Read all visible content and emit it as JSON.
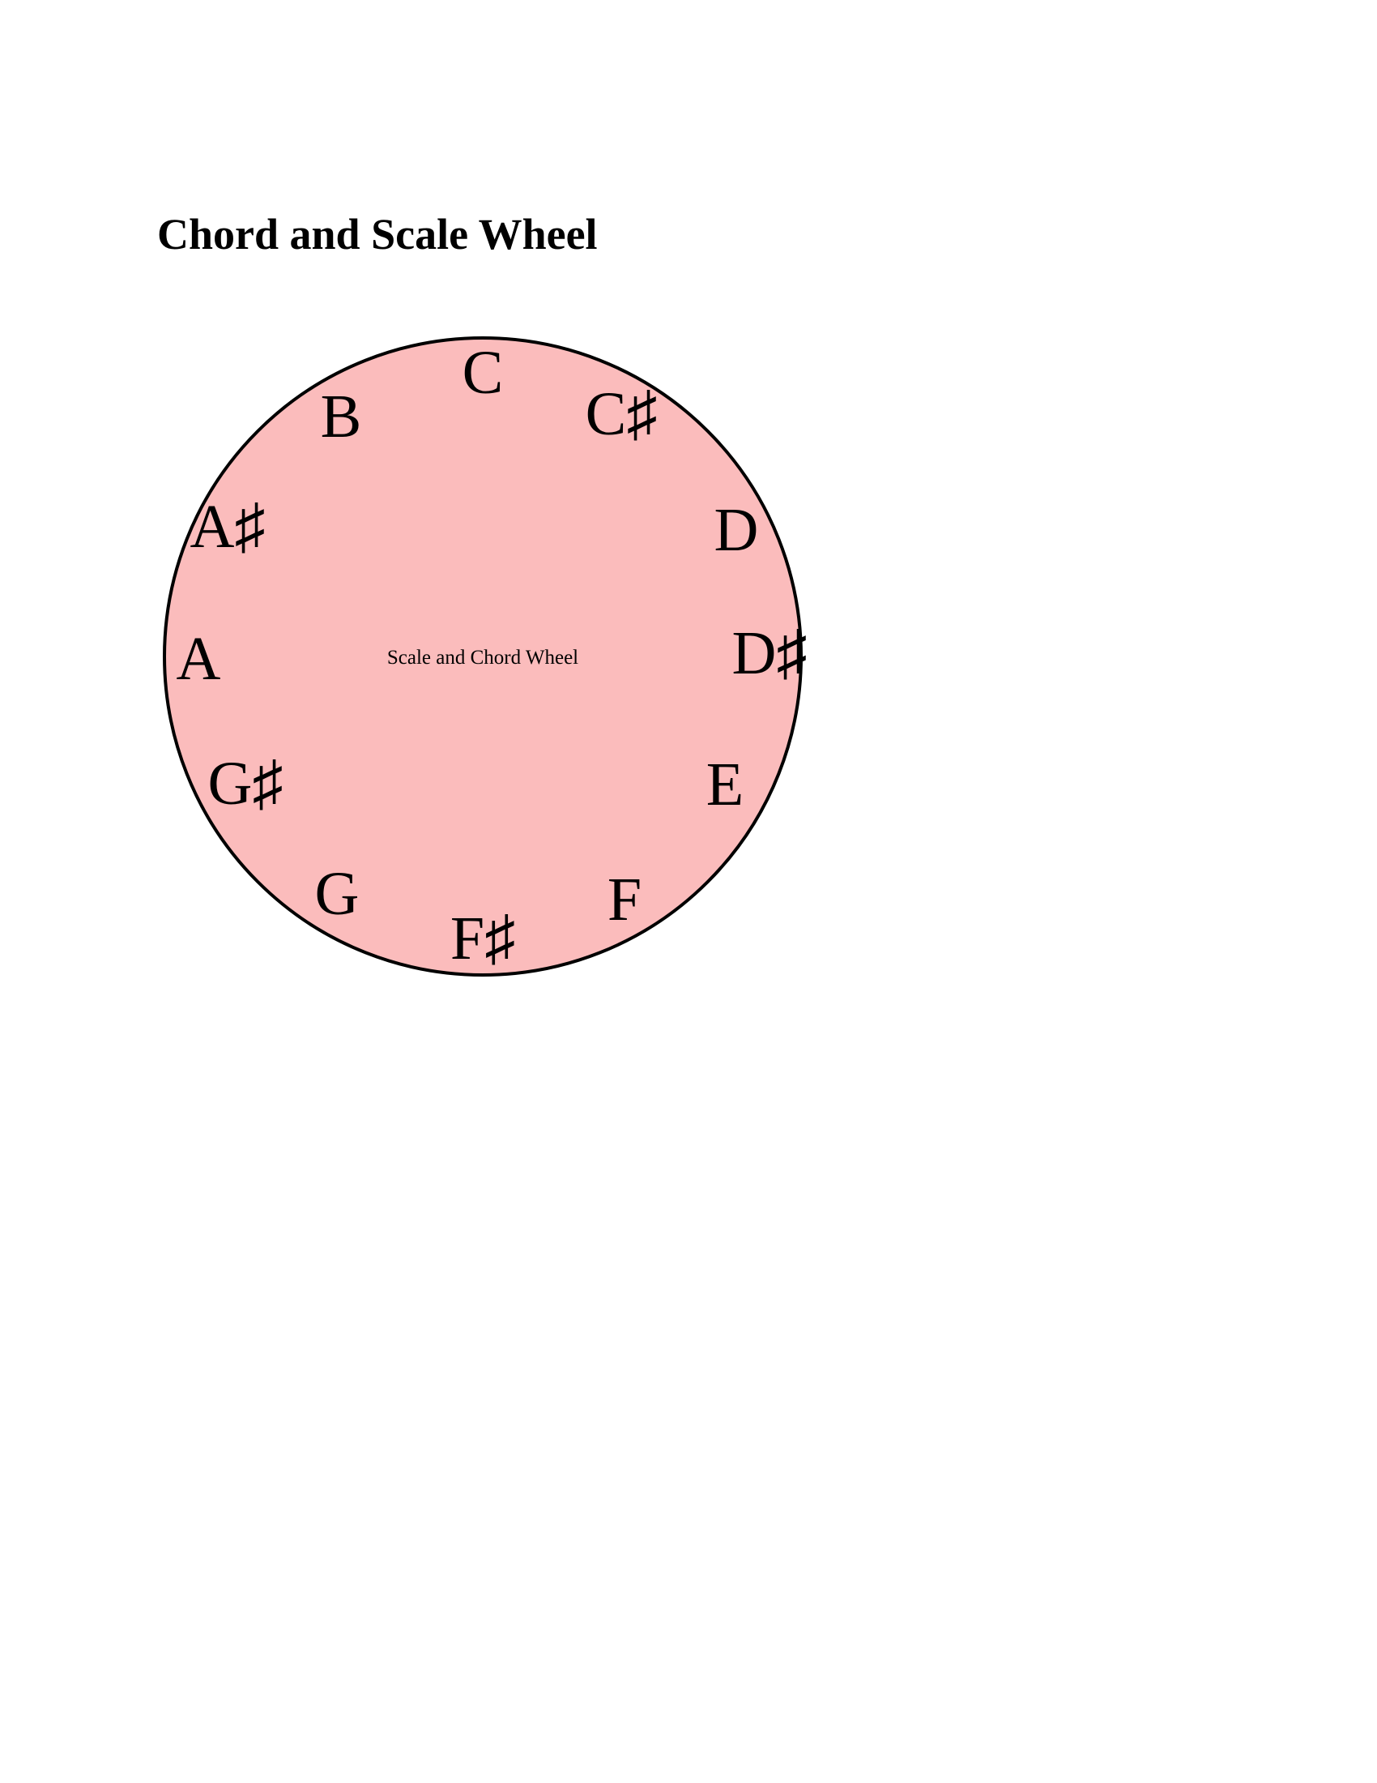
{
  "page": {
    "title": "Chord and Scale Wheel"
  },
  "wheel": {
    "center_label": "Scale and Chord Wheel",
    "fill_color": "#fbbcbc",
    "stroke_color": "#000000",
    "notes": [
      {
        "name": "C",
        "label": "C"
      },
      {
        "name": "C-sharp",
        "label": "C♯"
      },
      {
        "name": "D",
        "label": "D"
      },
      {
        "name": "D-sharp",
        "label": "D♯"
      },
      {
        "name": "E",
        "label": "E"
      },
      {
        "name": "F",
        "label": "F"
      },
      {
        "name": "F-sharp",
        "label": "F♯"
      },
      {
        "name": "G",
        "label": "G"
      },
      {
        "name": "G-sharp",
        "label": "G♯"
      },
      {
        "name": "A",
        "label": "A"
      },
      {
        "name": "A-sharp",
        "label": "A♯"
      },
      {
        "name": "B",
        "label": "B"
      }
    ]
  }
}
